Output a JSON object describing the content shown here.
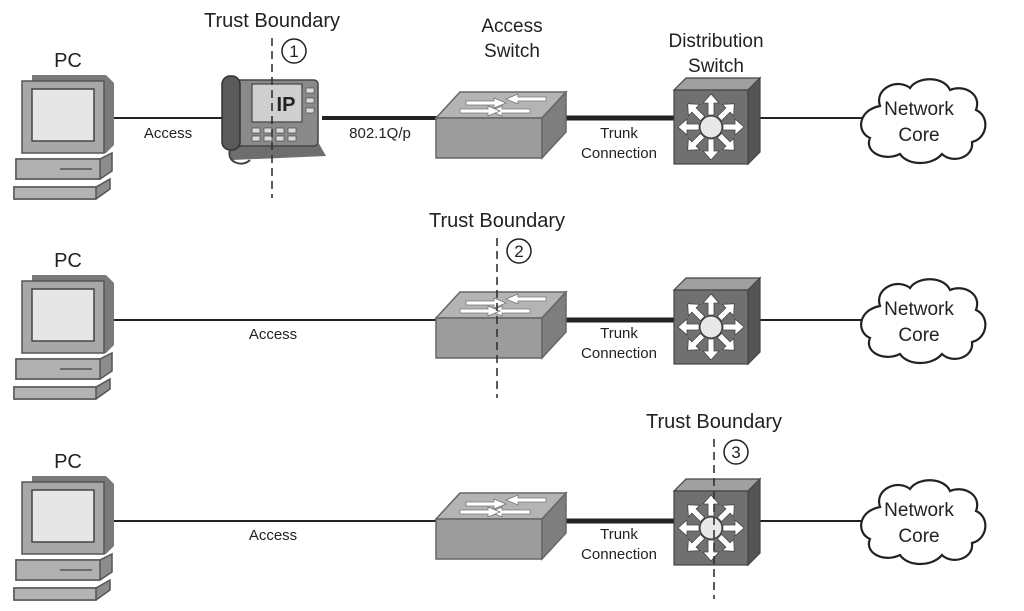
{
  "rows": [
    {
      "pc_label": "PC",
      "access_label": "Access",
      "has_phone": true,
      "phone_label": "IP",
      "uplink_label": "802.1Q/p",
      "access_switch_label": [
        "Access",
        "Switch"
      ],
      "distribution_switch_label": [
        "Distribution",
        "Switch"
      ],
      "trunk_label": [
        "Trunk",
        "Connection"
      ],
      "cloud_label": [
        "Network",
        "Core"
      ],
      "boundary_title": "Trust Boundary",
      "boundary_number": "1"
    },
    {
      "pc_label": "PC",
      "access_label": "Access",
      "has_phone": false,
      "access_switch_label": [],
      "distribution_switch_label": [],
      "trunk_label": [
        "Trunk",
        "Connection"
      ],
      "cloud_label": [
        "Network",
        "Core"
      ],
      "boundary_title": "Trust Boundary",
      "boundary_number": "2"
    },
    {
      "pc_label": "PC",
      "access_label": "Access",
      "has_phone": false,
      "access_switch_label": [],
      "distribution_switch_label": [],
      "trunk_label": [
        "Trunk",
        "Connection"
      ],
      "cloud_label": [
        "Network",
        "Core"
      ],
      "boundary_title": "Trust Boundary",
      "boundary_number": "3"
    }
  ],
  "colors": {
    "device_gray": "#9a9a9a",
    "device_dark": "#666666",
    "line": "#222222"
  }
}
